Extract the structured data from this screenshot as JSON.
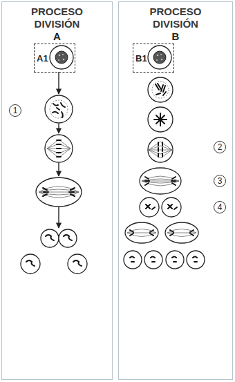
{
  "diagram": {
    "nodes": [
      {
        "text": [
          "PROCESO DIVISIÓN",
          "A"
        ]
      },
      {
        "text": [
          "A1"
        ],
        "in": 0
      },
      {
        "text": [
          "PROCESO DIVISIÓN",
          "B"
        ]
      },
      {
        "text": [
          "B1"
        ],
        "in": 2
      }
    ],
    "labels": [
      "1",
      "2",
      "3",
      "4"
    ]
  }
}
